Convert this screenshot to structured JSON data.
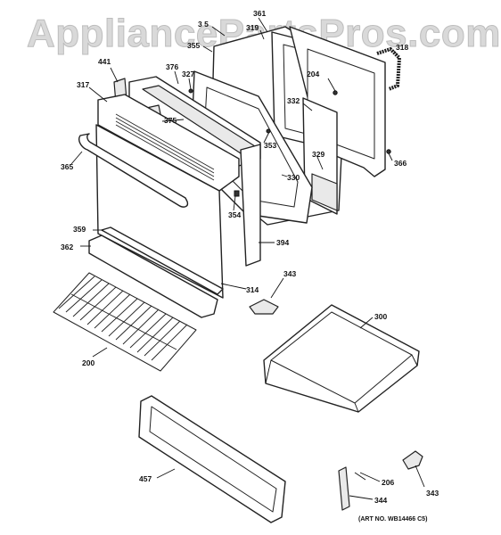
{
  "watermark": "AppliancePartsPros.com",
  "art_number": "(ART NO. WB14466 C5)",
  "callouts": {
    "p361": "361",
    "p3_5": "3 5",
    "p319": "319",
    "p355": "355",
    "p318": "318",
    "p441": "441",
    "p376": "376",
    "p327": "327",
    "p204": "204",
    "p317": "317",
    "p375": "375",
    "p332": "332",
    "p353": "353",
    "p365": "365",
    "p329": "329",
    "p366": "366",
    "p330": "330",
    "p354": "354",
    "p359": "359",
    "p394": "394",
    "p362": "362",
    "p343a": "343",
    "p314": "314",
    "p300": "300",
    "p200": "200",
    "p457": "457",
    "p206": "206",
    "p344": "344",
    "p343b": "343"
  }
}
